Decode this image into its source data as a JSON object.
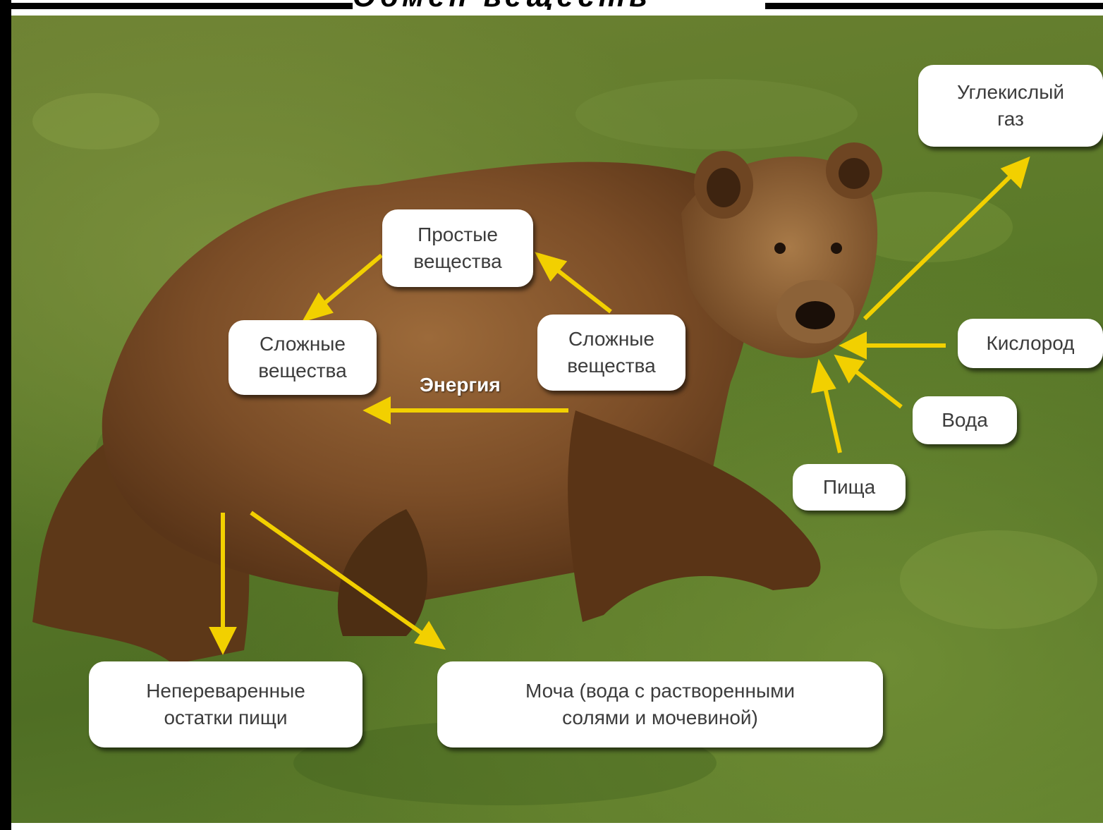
{
  "header": {
    "title_fragment": "Обмен веществ"
  },
  "labels": {
    "simple_substances": "Простые\nвещества",
    "complex_substances_left": "Сложные\nвещества",
    "complex_substances_right": "Сложные\nвещества",
    "energy": "Энергия",
    "carbon_dioxide": "Углекислый\nгаз",
    "oxygen": "Кислород",
    "water": "Вода",
    "food": "Пища",
    "undigested_remains": "Непереваренные\nостатки пищи",
    "urine": "Моча (вода с растворенными\nсолями и мочевиной)"
  },
  "colors": {
    "arrow": "#f2d000",
    "grass": "#5b7a29",
    "fur": "#8a5a2e",
    "label_bg": "#ffffff",
    "label_text": "#3c3c3c"
  }
}
